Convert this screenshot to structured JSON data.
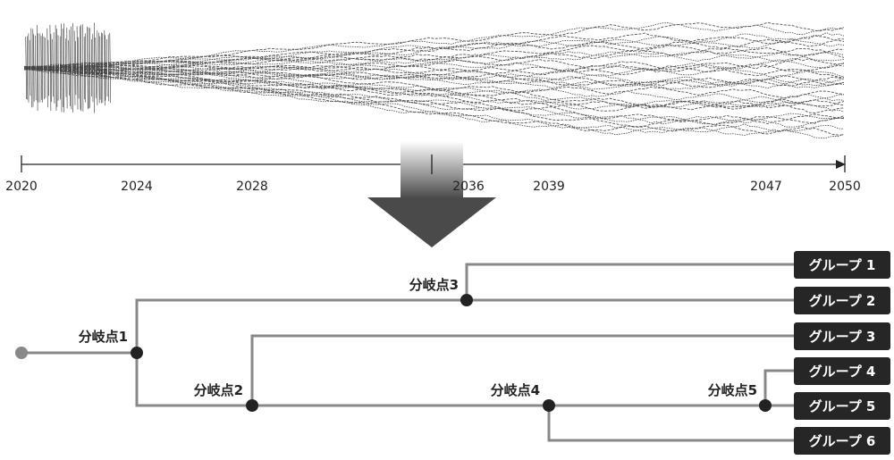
{
  "timeline": {
    "years": [
      "2020",
      "2024",
      "2028",
      "2036",
      "2039",
      "2047",
      "2050"
    ]
  },
  "branch_points": [
    {
      "id": "bp1",
      "label": "分岐点1"
    },
    {
      "id": "bp2",
      "label": "分岐点2"
    },
    {
      "id": "bp3",
      "label": "分岐点3"
    },
    {
      "id": "bp4",
      "label": "分岐点4"
    },
    {
      "id": "bp5",
      "label": "分岐点5"
    }
  ],
  "groups": [
    {
      "id": "g1",
      "label": "グループ 1"
    },
    {
      "id": "g2",
      "label": "グループ 2"
    },
    {
      "id": "g3",
      "label": "グループ 3"
    },
    {
      "id": "g4",
      "label": "グループ 4"
    },
    {
      "id": "g5",
      "label": "グループ 5"
    },
    {
      "id": "g6",
      "label": "グループ 6"
    }
  ],
  "colors": {
    "line": "#888888",
    "node": "#222222",
    "start_node": "#888888",
    "group_box": "#262626",
    "axis": "#222222"
  }
}
